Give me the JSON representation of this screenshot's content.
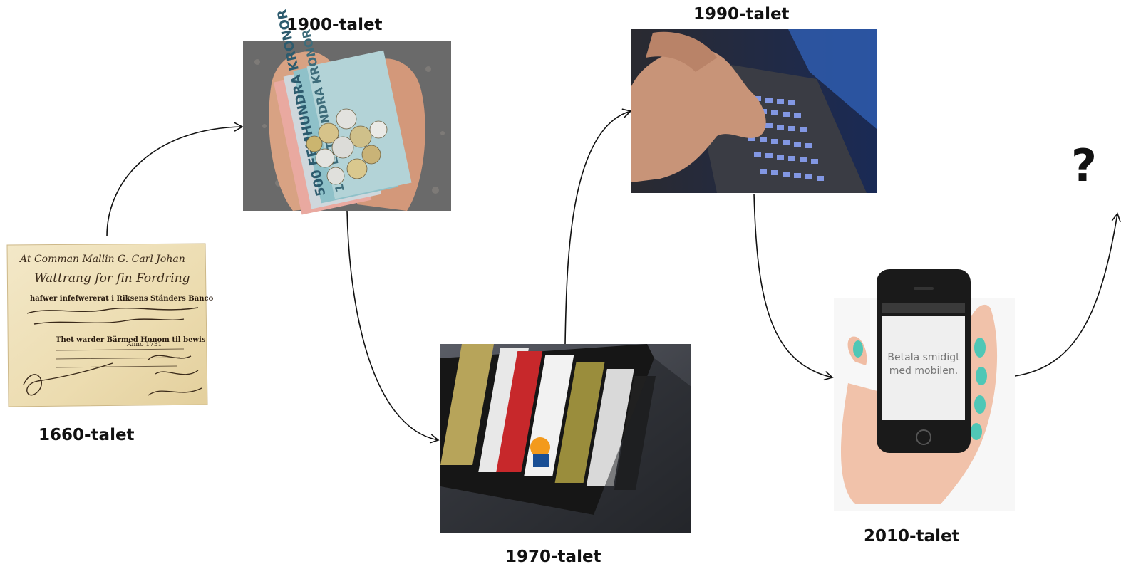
{
  "timeline": [
    {
      "era": "1660-talet"
    },
    {
      "era": "1900-talet"
    },
    {
      "era": "1970-talet"
    },
    {
      "era": "1990-talet"
    },
    {
      "era": "2010-talet"
    }
  ],
  "future_mark": "?",
  "phone_screen_text": {
    "line1": "Betala smidigt",
    "line2": "med mobilen."
  },
  "banknote_text": {
    "line1": "At Comman Mallin G. Carl Johan",
    "line2": "Wattrang for fin Fordring",
    "line3": "hafwer infefwererat i Riksens Ständers Banco",
    "line4": "Thet warder Bärmed Honom til bewis",
    "line5": "Anno 1731"
  },
  "coin_note_text": {
    "note1": "500 FEMHUNDRA KRONOR",
    "note2": "100 ETTHUNDRA KRONOR"
  },
  "colors": {
    "arrow": "#111111",
    "label": "#111111"
  }
}
